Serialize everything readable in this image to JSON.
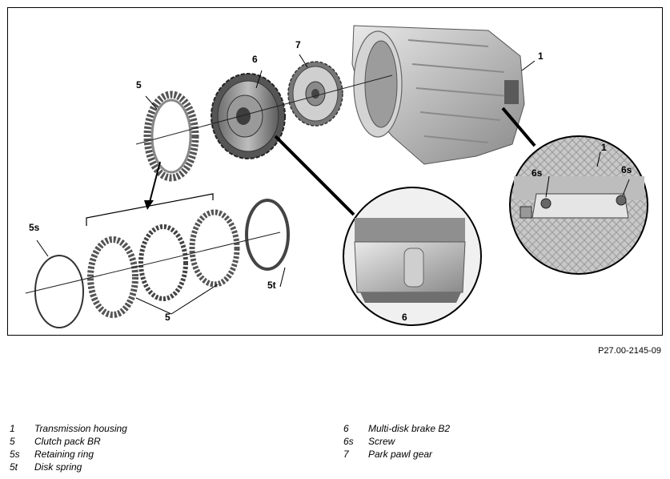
{
  "figure_id": "P27.00-2145-09",
  "callouts": {
    "c1": "1",
    "c1b": "1",
    "c5a": "5",
    "c5b": "5",
    "c5s": "5s",
    "c5t": "5t",
    "c6a": "6",
    "c6b": "6",
    "c6s_left": "6s",
    "c6s_right": "6s",
    "c7": "7"
  },
  "legend_left": [
    {
      "num": "1",
      "label": "Transmission housing"
    },
    {
      "num": "5",
      "label": "Clutch pack BR"
    },
    {
      "num": "5s",
      "label": "Retaining ring"
    },
    {
      "num": "5t",
      "label": "Disk spring"
    }
  ],
  "legend_right": [
    {
      "num": "6",
      "label": "Multi-disk brake B2"
    },
    {
      "num": "6s",
      "label": "Screw"
    },
    {
      "num": "7",
      "label": "Park pawl gear"
    }
  ]
}
